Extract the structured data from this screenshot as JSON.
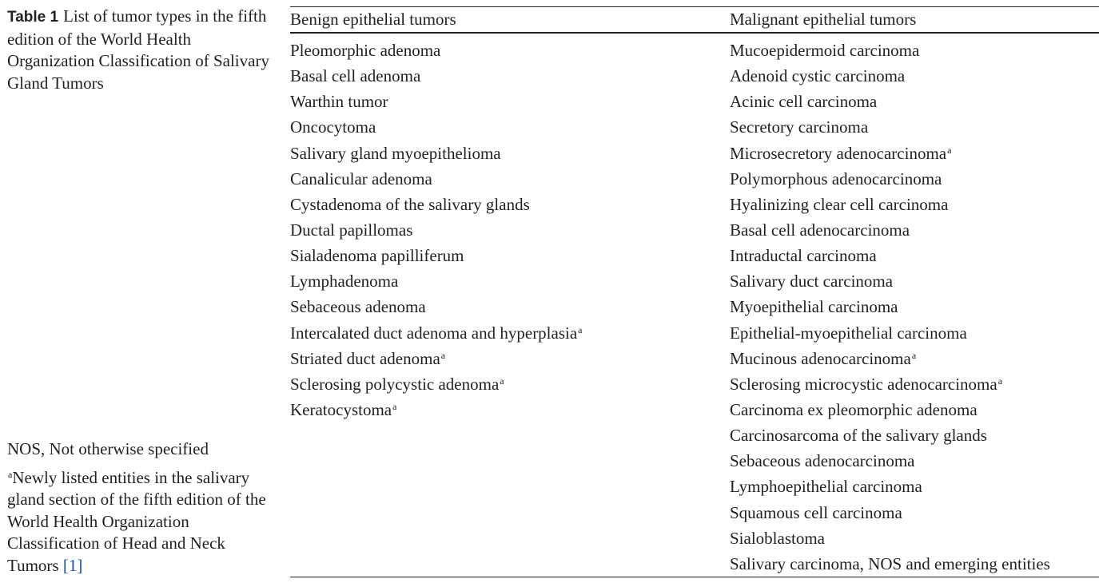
{
  "caption": {
    "label": "Table 1",
    "text": "List of tumor types in the fifth edition of the World Health Organization Classification of Salivary Gland Tumors"
  },
  "table": {
    "headers": [
      "Benign epithelial tumors",
      "Malignant epithelial tumors"
    ],
    "benign": [
      {
        "text": "Pleomorphic adenoma",
        "mark": ""
      },
      {
        "text": "Basal cell adenoma",
        "mark": ""
      },
      {
        "text": "Warthin tumor",
        "mark": ""
      },
      {
        "text": "Oncocytoma",
        "mark": ""
      },
      {
        "text": "Salivary gland myoepithelioma",
        "mark": ""
      },
      {
        "text": "Canalicular adenoma",
        "mark": ""
      },
      {
        "text": "Cystadenoma of the salivary glands",
        "mark": ""
      },
      {
        "text": "Ductal papillomas",
        "mark": ""
      },
      {
        "text": "Sialadenoma papilliferum",
        "mark": ""
      },
      {
        "text": "Lymphadenoma",
        "mark": ""
      },
      {
        "text": "Sebaceous adenoma",
        "mark": ""
      },
      {
        "text": "Intercalated duct adenoma and hyperplasia",
        "mark": "a"
      },
      {
        "text": "Striated duct adenoma",
        "mark": "a"
      },
      {
        "text": "Sclerosing polycystic adenoma",
        "mark": "a"
      },
      {
        "text": "Keratocystoma",
        "mark": "a"
      }
    ],
    "malignant": [
      {
        "text": "Mucoepidermoid carcinoma",
        "mark": ""
      },
      {
        "text": "Adenoid cystic carcinoma",
        "mark": ""
      },
      {
        "text": "Acinic cell carcinoma",
        "mark": ""
      },
      {
        "text": "Secretory carcinoma",
        "mark": ""
      },
      {
        "text": "Microsecretory adenocarcinoma",
        "mark": "a"
      },
      {
        "text": "Polymorphous adenocarcinoma",
        "mark": ""
      },
      {
        "text": "Hyalinizing clear cell carcinoma",
        "mark": ""
      },
      {
        "text": "Basal cell adenocarcinoma",
        "mark": ""
      },
      {
        "text": "Intraductal carcinoma",
        "mark": ""
      },
      {
        "text": "Salivary duct carcinoma",
        "mark": ""
      },
      {
        "text": "Myoepithelial carcinoma",
        "mark": ""
      },
      {
        "text": "Epithelial-myoepithelial carcinoma",
        "mark": ""
      },
      {
        "text": "Mucinous adenocarcinoma",
        "mark": "a"
      },
      {
        "text": "Sclerosing microcystic adenocarcinoma",
        "mark": "a"
      },
      {
        "text": "Carcinoma ex pleomorphic adenoma",
        "mark": ""
      },
      {
        "text": "Carcinosarcoma of the salivary glands",
        "mark": ""
      },
      {
        "text": "Sebaceous adenocarcinoma",
        "mark": ""
      },
      {
        "text": "Lymphoepithelial carcinoma",
        "mark": ""
      },
      {
        "text": "Squamous cell carcinoma",
        "mark": ""
      },
      {
        "text": "Sialoblastoma",
        "mark": ""
      },
      {
        "text": "Salivary carcinoma, NOS and emerging entities",
        "mark": ""
      }
    ]
  },
  "footnotes": {
    "abbrev": "NOS, Not otherwise specified",
    "newly_mark": "a",
    "newly_text": "Newly listed entities in the salivary gland section of the fifth edition of the World Health Organization Classification of Head and Neck Tumors ",
    "ref_open": "[",
    "ref_num": "1",
    "ref_close": "]"
  },
  "colors": {
    "text": "#231f20",
    "reference_link": "#1f4fa0"
  }
}
